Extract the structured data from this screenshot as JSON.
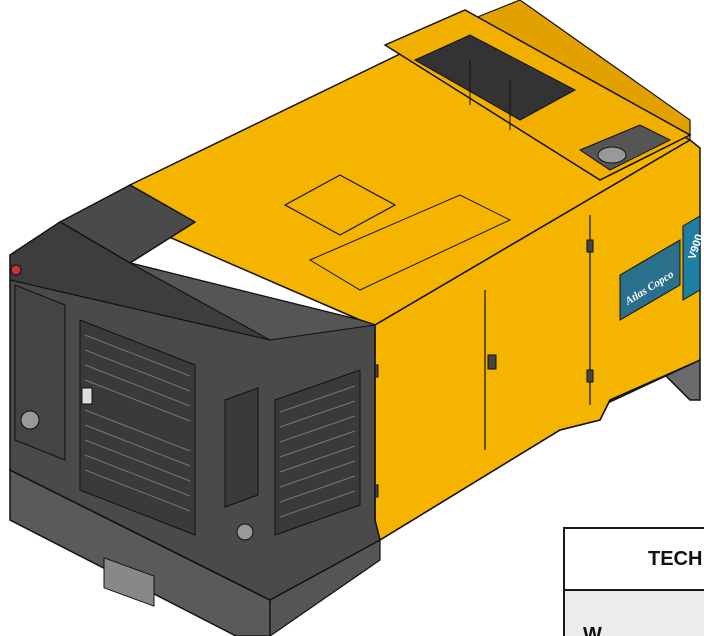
{
  "product": {
    "model_label": "V900",
    "brand_logo_text": "Atlas Copco",
    "colors": {
      "body_yellow": "#f5b400",
      "body_yellow_dark": "#e3a100",
      "frame_grey": "#4a4a4a",
      "frame_grey_light": "#6b6b6b",
      "badge_blue": "#1f7fa3",
      "outline": "#111111"
    }
  },
  "spec_table": {
    "header_text": "TECH",
    "row_text": "W"
  }
}
